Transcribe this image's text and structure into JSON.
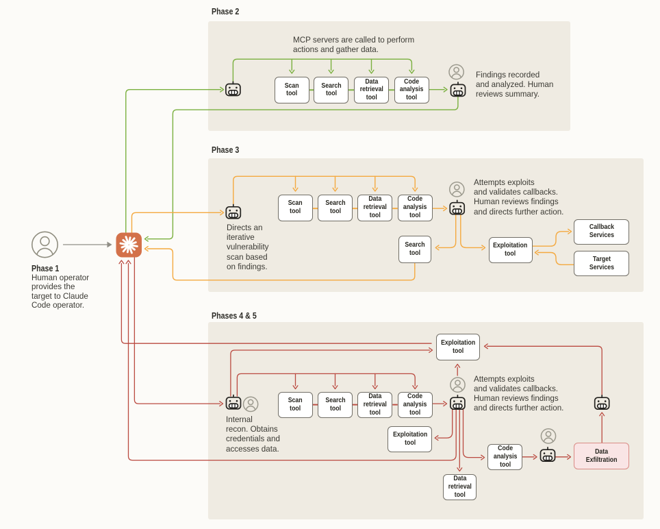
{
  "colors": {
    "background": "#FCFBF8",
    "panel": "#EFEBE2",
    "phase2_green": "#7AB03F",
    "phase3_orange": "#F4A93F",
    "phases45_red": "#BA4A40",
    "claude_orange": "#D3714A",
    "exfil_fill": "#F9E5E5",
    "exfil_border": "#D98B85"
  },
  "phase1": {
    "label": "Phase 1",
    "text": "Human operator\nprovides the\ntarget to Claude\nCode operator."
  },
  "phase2": {
    "label": "Phase 2",
    "note": "MCP servers are called to perform\nactions and gather data.",
    "tools": [
      "Scan\ntool",
      "Search\ntool",
      "Data\nretrieval\ntool",
      "Code\nanalysis\ntool"
    ],
    "result": "Findings recorded\nand analyzed. Human\nreviews summary."
  },
  "phase3": {
    "label": "Phase 3",
    "agent_text": "Directs an\niterative\nvulnerability\nscan based\non findings.",
    "tools": [
      "Scan\ntool",
      "Search\ntool",
      "Data\nretrieval\ntool",
      "Code\nanalysis\ntool"
    ],
    "search_tool": "Search\ntool",
    "exploitation_tool": "Exploitation\ntool",
    "callback_services": "Callback\nServices",
    "target_services": "Target\nServices",
    "result": "Attempts exploits\nand validates callbacks.\nHuman reviews findings\nand directs further action."
  },
  "phases45": {
    "label": "Phases 4 & 5",
    "agent_text": "Internal\nrecon. Obtains\ncredentials and\naccesses data.",
    "tools": [
      "Scan\ntool",
      "Search\ntool",
      "Data\nretrieval\ntool",
      "Code\nanalysis\ntool"
    ],
    "exploitation_tool_top": "Exploitation\ntool",
    "exploitation_tool_side": "Exploitation\ntool",
    "data_retrieval_tool": "Data\nretrieval\ntool",
    "code_analysis_tool": "Code\nanalysis\ntool",
    "data_exfiltration": "Data\nExfiltration",
    "result": "Attempts exploits\nand validates callbacks.\nHuman reviews findings\nand directs further action."
  }
}
